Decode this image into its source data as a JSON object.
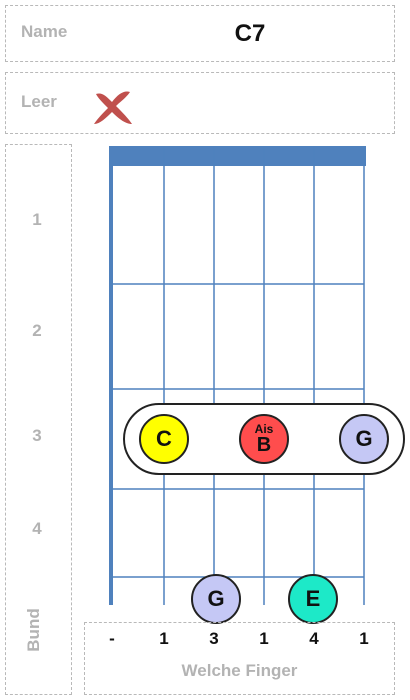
{
  "name_row": {
    "label": "Name",
    "chord": "C7"
  },
  "empty_row": {
    "label": "Leer",
    "icon": "x-mark-icon",
    "icon_color": "#c0504d"
  },
  "fretboard": {
    "color": "#4f81bd",
    "frets": [
      "1",
      "2",
      "3",
      "4"
    ],
    "bund_label": "Bund"
  },
  "notes": [
    {
      "id": "c",
      "main": "C",
      "color": "#ffff00"
    },
    {
      "id": "b",
      "main": "B",
      "alt": "Ais",
      "color": "#ff4d4d"
    },
    {
      "id": "g3",
      "main": "G",
      "color": "#c5c8f5"
    },
    {
      "id": "g0",
      "main": "G",
      "color": "#c5c8f5"
    },
    {
      "id": "e0",
      "main": "E",
      "color": "#1de9c8"
    }
  ],
  "fingers": {
    "values": [
      "-",
      "1",
      "3",
      "1",
      "4",
      "1"
    ],
    "label": "Welche Finger"
  }
}
